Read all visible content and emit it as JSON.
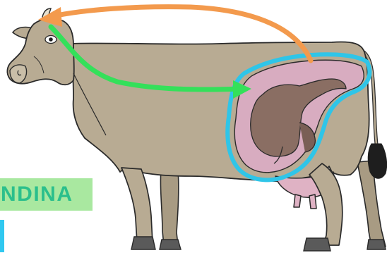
{
  "image": {
    "subject": "cow",
    "label_text": "NDINA",
    "colors": {
      "background": "#ffffff",
      "cow_body": "#b8ab93",
      "cow_outline": "#2a2a2a",
      "uterus": "#d8acc0",
      "calf": "#8a6e63",
      "orange_arrow": "#f39a4d",
      "green_arrow": "#34e05a",
      "cyan_outline": "#2fc5e8",
      "label_bg": "#a9e8a0",
      "label_text": "#2bbf8c"
    },
    "icons": [
      "orange-curved-arrow",
      "green-curved-arrow"
    ]
  }
}
